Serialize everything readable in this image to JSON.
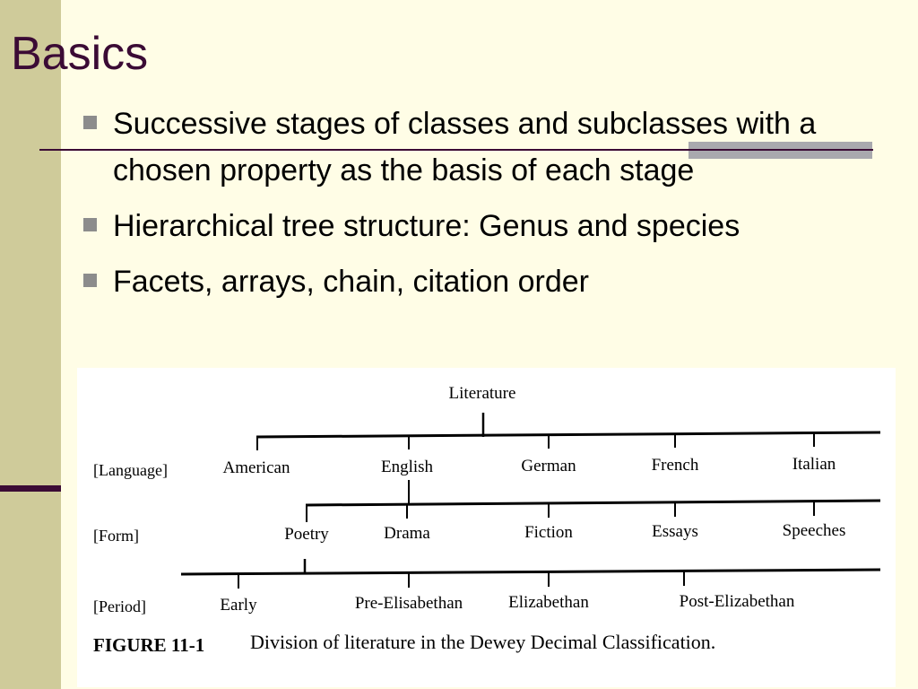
{
  "slide": {
    "title": "Basics",
    "bullets": [
      "Successive stages of classes and subclasses with a chosen property as the basis of each stage",
      "Hierarchical tree structure: Genus and species",
      "Facets, arrays, chain, citation order"
    ]
  },
  "figure": {
    "root": "Literature",
    "levels": [
      {
        "label": "[Language]",
        "items": [
          "American",
          "English",
          "German",
          "French",
          "Italian"
        ]
      },
      {
        "label": "[Form]",
        "items": [
          "Poetry",
          "Drama",
          "Fiction",
          "Essays",
          "Speeches"
        ]
      },
      {
        "label": "[Period]",
        "items": [
          "Early",
          "Pre-Elisabethan",
          "Elizabethan",
          "Post-Elizabethan"
        ]
      }
    ],
    "caption_number": "FIGURE 11-1",
    "caption_text": "Division of literature in the Dewey Decimal Classification."
  }
}
